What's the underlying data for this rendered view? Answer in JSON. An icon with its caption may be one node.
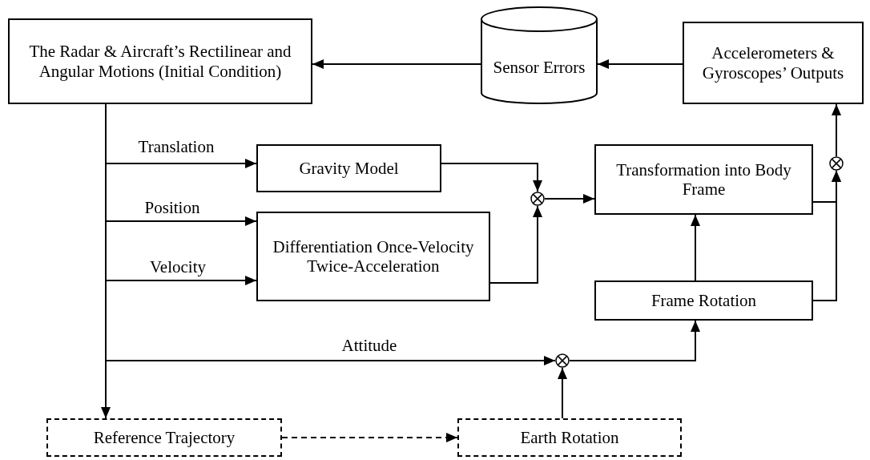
{
  "diagram": {
    "nodes": [
      {
        "text": [
          "The Radar & Aircraft’s Rectilinear and Angular Motions (Initial Condition)"
        ]
      },
      {
        "text": [
          "Sensor Errors"
        ]
      },
      {
        "text": [
          "Accelerometers & Gyroscopes’ Outputs"
        ]
      },
      {
        "text": [
          "Gravity Model"
        ]
      },
      {
        "text": [
          "Differentiation Once-Velocity Twice-Acceleration"
        ]
      },
      {
        "text": [
          "Transformation into Body Frame"
        ]
      },
      {
        "text": [
          "Frame Rotation"
        ]
      },
      {
        "text": [
          "Reference Trajectory"
        ]
      },
      {
        "text": [
          "Earth Rotation"
        ]
      },
      {
        "text": [],
        "shape": "circle"
      },
      {
        "text": [],
        "shape": "circle"
      },
      {
        "text": [],
        "shape": "circle"
      }
    ],
    "edges": [
      {
        "from": 1,
        "to": 0,
        "arrow": "to"
      },
      {
        "from": 2,
        "to": 1,
        "arrow": "to"
      },
      {
        "from": 0,
        "to": 3,
        "arrow": "to",
        "label": "Translation"
      },
      {
        "from": 0,
        "to": 4,
        "arrow": "to",
        "label": "Position"
      },
      {
        "from": 0,
        "to": 4,
        "arrow": "to",
        "label": "Velocity"
      },
      {
        "from": 0,
        "to": 11,
        "arrow": "to",
        "label": "Attitude"
      },
      {
        "from": 0,
        "to": 7,
        "arrow": "to"
      },
      {
        "from": 3,
        "to": 9,
        "arrow": "to"
      },
      {
        "from": 4,
        "to": 9,
        "arrow": "to"
      },
      {
        "from": 9,
        "to": 5,
        "arrow": "to"
      },
      {
        "from": 5,
        "to": 10,
        "arrow": "to"
      },
      {
        "from": 6,
        "to": 10,
        "arrow": "to"
      },
      {
        "from": 10,
        "to": 2,
        "arrow": "to"
      },
      {
        "from": 6,
        "to": 5,
        "arrow": "to"
      },
      {
        "from": 11,
        "to": 6,
        "arrow": "to"
      },
      {
        "from": 8,
        "to": 11,
        "arrow": "to"
      },
      {
        "from": 7,
        "to": 8,
        "arrow": "to",
        "style": "dashed"
      }
    ]
  }
}
